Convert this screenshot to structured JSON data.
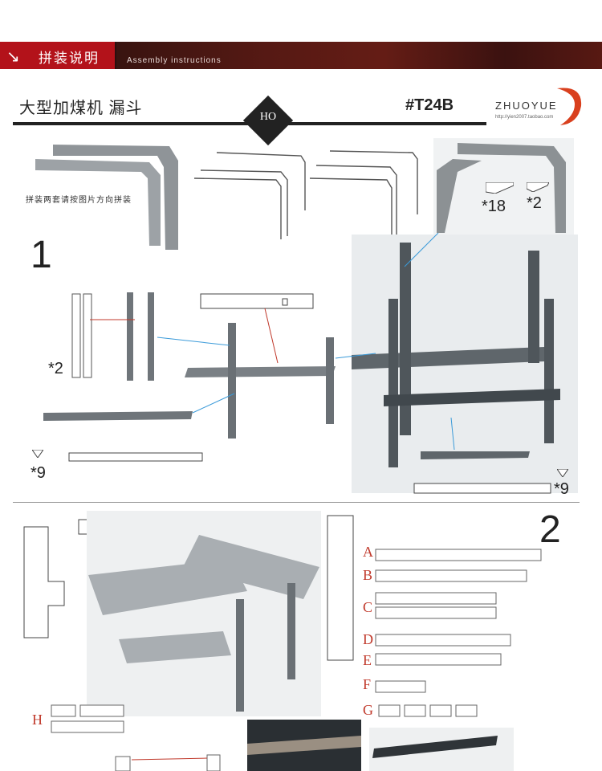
{
  "banner": {
    "title": "拼装说明",
    "subtitle": "Assembly instructions",
    "arrow_icon": "arrow-down-right-icon"
  },
  "header": {
    "title": "大型加煤机 漏斗",
    "badge": "HO",
    "code": "#T24B",
    "brand": "ZHUOYUE",
    "brand_url": "http://yien2007.taobao.com"
  },
  "step1": {
    "number": "1",
    "note": "拼装两套请按图片方向拼装",
    "qty_a": "*18",
    "qty_b": "*2",
    "qty_c": "*2",
    "qty_d": "*9",
    "qty_e": "*9"
  },
  "step2": {
    "number": "2",
    "letters": [
      "A",
      "B",
      "C",
      "D",
      "E",
      "F",
      "G",
      "H"
    ]
  }
}
